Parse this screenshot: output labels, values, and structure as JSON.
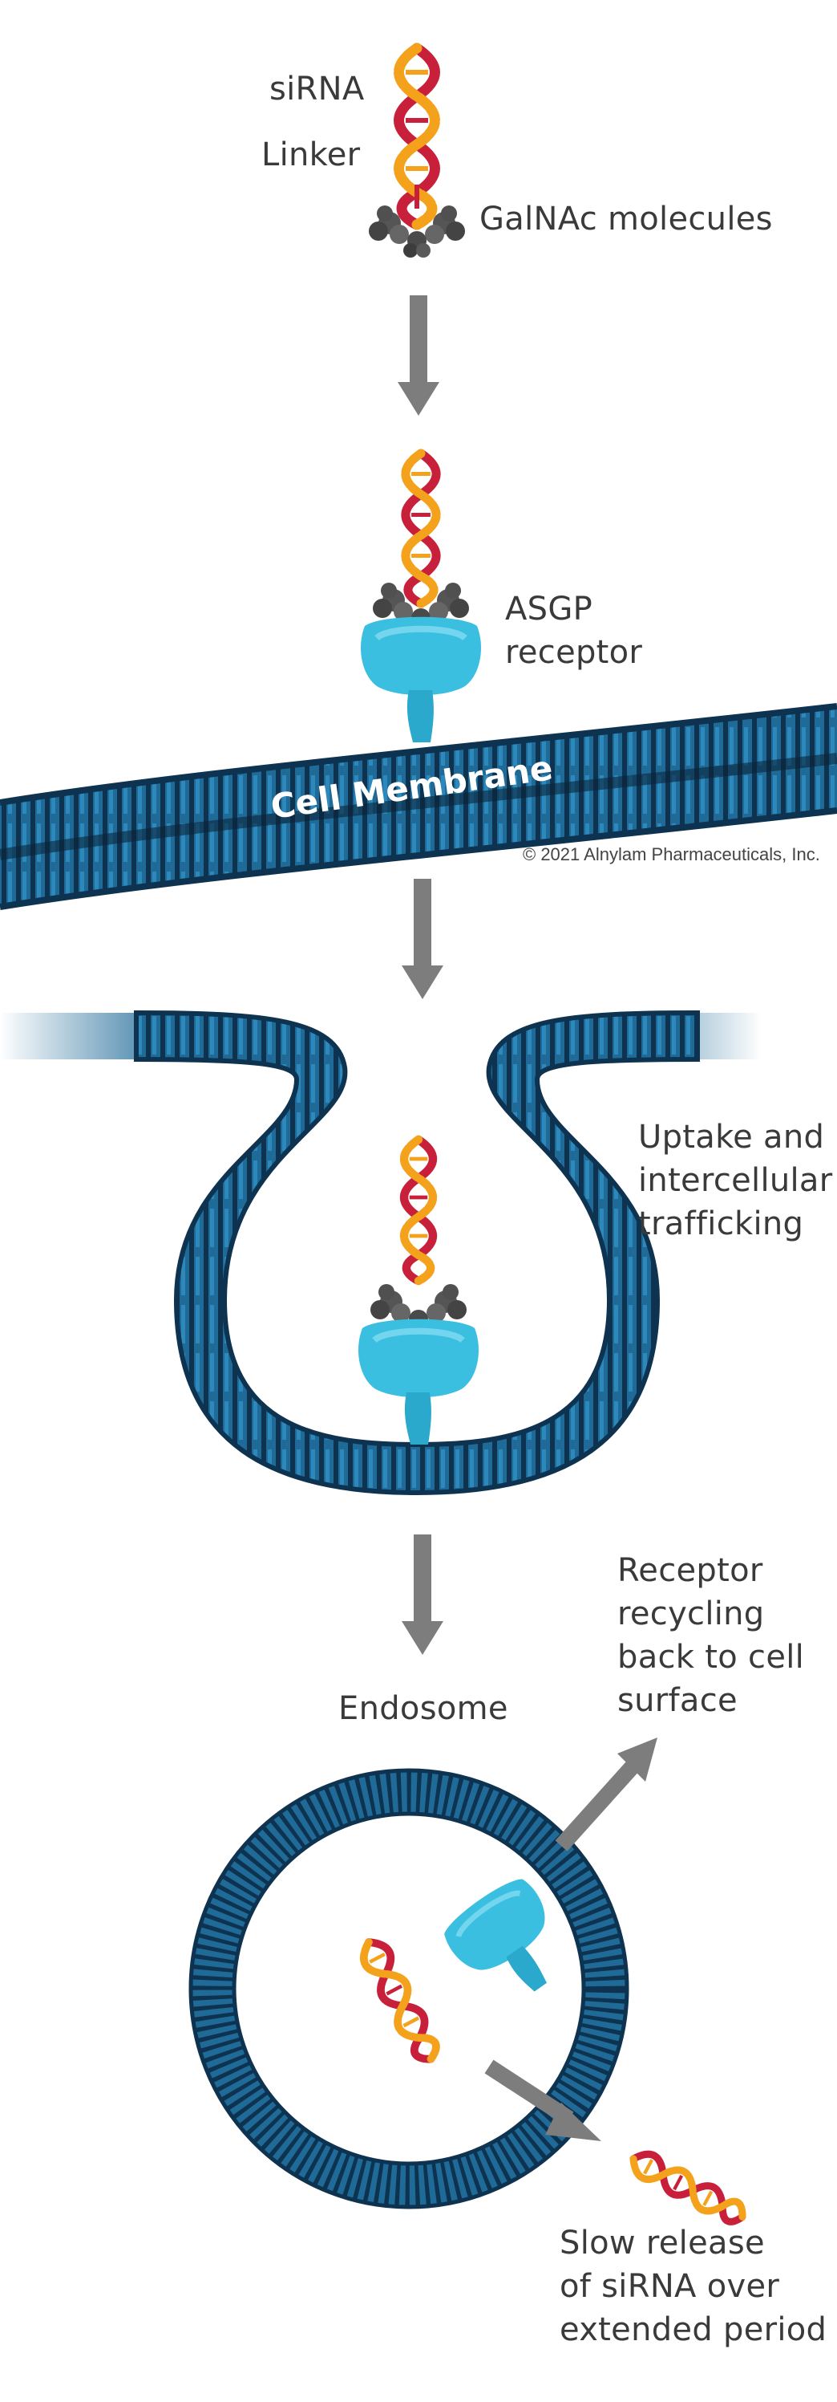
{
  "labels": {
    "sirna": "siRNA",
    "linker": "Linker",
    "galnac": "GalNAc molecules",
    "asgp": "ASGP\nreceptor",
    "cell_membrane": "Cell Membrane",
    "copyright": "© 2021 Alnylam Pharmaceuticals, Inc.",
    "uptake": "Uptake and\nintercellular\ntrafficking",
    "endosome": "Endosome",
    "recycling": "Receptor\nrecycling\nback to cell\nsurface",
    "release": "Slow release\nof siRNA over\nextended period"
  },
  "colors": {
    "strand_red": "#c8203a",
    "strand_orange": "#f4a21c",
    "galnac_gray": "#4d4d4d",
    "receptor_cyan": "#3bbfe0",
    "membrane_dark": "#0d3350",
    "membrane_mid": "#1f6a97",
    "arrow_gray": "#7d7d7d"
  },
  "icons": {
    "sirna": "double-helix-icon",
    "galnac": "molecule-cluster-icon",
    "receptor": "receptor-protein-icon"
  }
}
